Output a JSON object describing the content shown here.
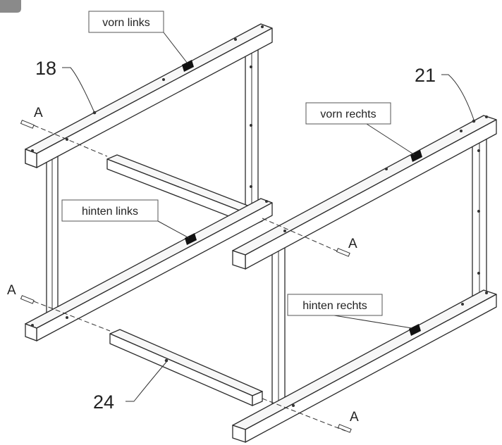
{
  "labels": {
    "vorn_links": "vorn links",
    "vorn_rechts": "vorn rechts",
    "hinten_links": "hinten links",
    "hinten_rechts": "hinten rechts"
  },
  "part_numbers": {
    "p18": "18",
    "p21": "21",
    "p24": "24"
  },
  "screw_letter": "A",
  "colors": {
    "line": "#2b2b2b",
    "mark": "#111111",
    "background": "#ffffff"
  }
}
